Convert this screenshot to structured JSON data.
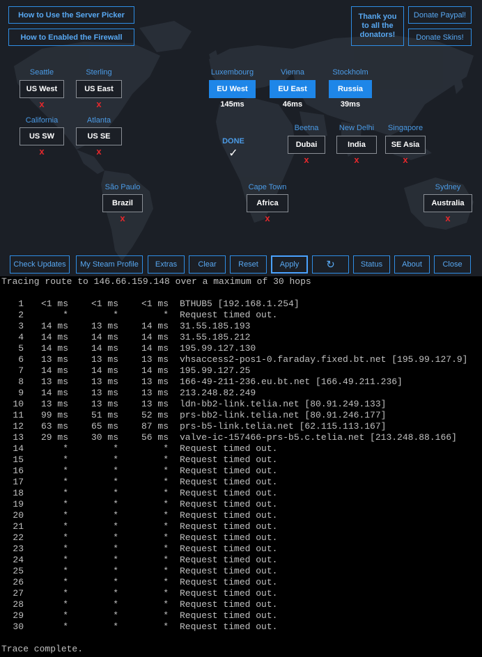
{
  "top_buttons": {
    "how_to_use": "How to Use the Server Picker",
    "firewall": "How to Enabled the Firewall",
    "thanks": "Thank you to all the donators!",
    "donate_paypal": "Donate Paypal!",
    "donate_skins": "Donate Skins!"
  },
  "servers": [
    {
      "city": "Seattle",
      "label": "US West",
      "status": "x"
    },
    {
      "city": "Sterling",
      "label": "US East",
      "status": "x"
    },
    {
      "city": "California",
      "label": "US SW",
      "status": "x"
    },
    {
      "city": "Atlanta",
      "label": "US SE",
      "status": "x"
    },
    {
      "city": "Luxembourg",
      "label": "EU West",
      "ping": "145ms"
    },
    {
      "city": "Vienna",
      "label": "EU East",
      "ping": "46ms"
    },
    {
      "city": "Stockholm",
      "label": "Russia",
      "ping": "39ms"
    },
    {
      "city": "Beetna",
      "label": "Dubai",
      "status": "x"
    },
    {
      "city": "New Delhi",
      "label": "India",
      "status": "x"
    },
    {
      "city": "Singapore",
      "label": "SE Asia",
      "status": "x"
    },
    {
      "city": "São Paulo",
      "label": "Brazil",
      "status": "x"
    },
    {
      "city": "Cape Town",
      "label": "Africa",
      "status": "x"
    },
    {
      "city": "Sydney",
      "label": "Australia",
      "status": "x"
    }
  ],
  "done": {
    "label": "DONE",
    "check": "✓"
  },
  "toolbar": {
    "check_updates": "Check Updates",
    "steam_profile": "My Steam Profile",
    "extras": "Extras",
    "clear": "Clear",
    "reset": "Reset",
    "apply": "Apply",
    "refresh": "↻",
    "status": "Status",
    "about": "About",
    "close": "Close"
  },
  "colors": {
    "accent": "#1e86e8",
    "error": "#e4282c",
    "panel": "#1b1f26"
  },
  "trace": {
    "header": "Tracing route to 146.66.159.148 over a maximum of 30 hops",
    "footer": "Trace complete.",
    "hops": [
      {
        "n": "1",
        "t1": "<1 ms",
        "t2": "<1 ms",
        "t3": "<1 ms",
        "host": "BTHUB5 [192.168.1.254]"
      },
      {
        "n": "2",
        "t1": "*",
        "t2": "*",
        "t3": "*",
        "host": "Request timed out."
      },
      {
        "n": "3",
        "t1": "14 ms",
        "t2": "13 ms",
        "t3": "14 ms",
        "host": "31.55.185.193"
      },
      {
        "n": "4",
        "t1": "14 ms",
        "t2": "14 ms",
        "t3": "14 ms",
        "host": "31.55.185.212"
      },
      {
        "n": "5",
        "t1": "14 ms",
        "t2": "14 ms",
        "t3": "14 ms",
        "host": "195.99.127.130"
      },
      {
        "n": "6",
        "t1": "13 ms",
        "t2": "13 ms",
        "t3": "13 ms",
        "host": "vhsaccess2-pos1-0.faraday.fixed.bt.net [195.99.127.9]"
      },
      {
        "n": "7",
        "t1": "14 ms",
        "t2": "14 ms",
        "t3": "14 ms",
        "host": "195.99.127.25"
      },
      {
        "n": "8",
        "t1": "13 ms",
        "t2": "13 ms",
        "t3": "13 ms",
        "host": "166-49-211-236.eu.bt.net [166.49.211.236]"
      },
      {
        "n": "9",
        "t1": "14 ms",
        "t2": "13 ms",
        "t3": "13 ms",
        "host": "213.248.82.249"
      },
      {
        "n": "10",
        "t1": "13 ms",
        "t2": "13 ms",
        "t3": "13 ms",
        "host": "ldn-bb2-link.telia.net [80.91.249.133]"
      },
      {
        "n": "11",
        "t1": "99 ms",
        "t2": "51 ms",
        "t3": "52 ms",
        "host": "prs-bb2-link.telia.net [80.91.246.177]"
      },
      {
        "n": "12",
        "t1": "63 ms",
        "t2": "65 ms",
        "t3": "87 ms",
        "host": "prs-b5-link.telia.net [62.115.113.167]"
      },
      {
        "n": "13",
        "t1": "29 ms",
        "t2": "30 ms",
        "t3": "56 ms",
        "host": "valve-ic-157466-prs-b5.c.telia.net [213.248.88.166]"
      },
      {
        "n": "14",
        "t1": "*",
        "t2": "*",
        "t3": "*",
        "host": "Request timed out."
      },
      {
        "n": "15",
        "t1": "*",
        "t2": "*",
        "t3": "*",
        "host": "Request timed out."
      },
      {
        "n": "16",
        "t1": "*",
        "t2": "*",
        "t3": "*",
        "host": "Request timed out."
      },
      {
        "n": "17",
        "t1": "*",
        "t2": "*",
        "t3": "*",
        "host": "Request timed out."
      },
      {
        "n": "18",
        "t1": "*",
        "t2": "*",
        "t3": "*",
        "host": "Request timed out."
      },
      {
        "n": "19",
        "t1": "*",
        "t2": "*",
        "t3": "*",
        "host": "Request timed out."
      },
      {
        "n": "20",
        "t1": "*",
        "t2": "*",
        "t3": "*",
        "host": "Request timed out."
      },
      {
        "n": "21",
        "t1": "*",
        "t2": "*",
        "t3": "*",
        "host": "Request timed out."
      },
      {
        "n": "22",
        "t1": "*",
        "t2": "*",
        "t3": "*",
        "host": "Request timed out."
      },
      {
        "n": "23",
        "t1": "*",
        "t2": "*",
        "t3": "*",
        "host": "Request timed out."
      },
      {
        "n": "24",
        "t1": "*",
        "t2": "*",
        "t3": "*",
        "host": "Request timed out."
      },
      {
        "n": "25",
        "t1": "*",
        "t2": "*",
        "t3": "*",
        "host": "Request timed out."
      },
      {
        "n": "26",
        "t1": "*",
        "t2": "*",
        "t3": "*",
        "host": "Request timed out."
      },
      {
        "n": "27",
        "t1": "*",
        "t2": "*",
        "t3": "*",
        "host": "Request timed out."
      },
      {
        "n": "28",
        "t1": "*",
        "t2": "*",
        "t3": "*",
        "host": "Request timed out."
      },
      {
        "n": "29",
        "t1": "*",
        "t2": "*",
        "t3": "*",
        "host": "Request timed out."
      },
      {
        "n": "30",
        "t1": "*",
        "t2": "*",
        "t3": "*",
        "host": "Request timed out."
      }
    ]
  }
}
